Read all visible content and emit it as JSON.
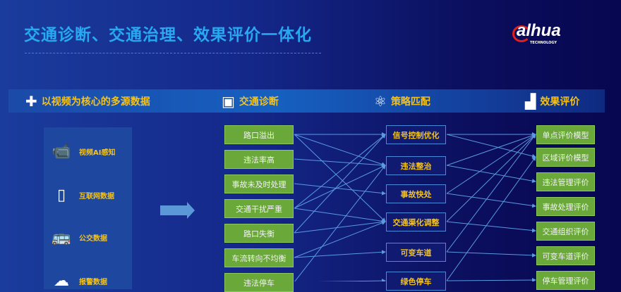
{
  "title": "交通诊断、交通治理、效果评价一体化",
  "logo": {
    "brand": "alhua",
    "sub": "TECHNOLOGY"
  },
  "header": [
    {
      "label": "以视频为核心的多源数据",
      "icon": "crossroad-icon"
    },
    {
      "label": "交通诊断",
      "icon": "monitor-icon"
    },
    {
      "label": "策略匹配",
      "icon": "atom-icon"
    },
    {
      "label": "效果评价",
      "icon": "bar-chart-icon"
    }
  ],
  "sources": [
    {
      "label": "视频AI感知",
      "icon": "camera-icon"
    },
    {
      "label": "互联网数据",
      "icon": "phone-icon"
    },
    {
      "label": "公交数据",
      "icon": "bus-icon"
    },
    {
      "label": "报警数据",
      "icon": "cloud-icon"
    }
  ],
  "diagnosis": [
    "路口溢出",
    "违法率高",
    "事故未及时处理",
    "交通干扰严重",
    "路口失衡",
    "车流转向不均衡",
    "违法停车"
  ],
  "strategies": [
    "信号控制优化",
    "违法整治",
    "事故快处",
    "交通渠化调整",
    "可变车道",
    "绿色停车"
  ],
  "evaluation": [
    "单点评价模型",
    "区域评价模型",
    "违法管理评价",
    "事故处理评价",
    "交通组织评价",
    "可变车道评价",
    "停车管理评价"
  ],
  "links_diag_strategy": [
    [
      0,
      0
    ],
    [
      0,
      1
    ],
    [
      0,
      3
    ],
    [
      1,
      1
    ],
    [
      2,
      2
    ],
    [
      3,
      0
    ],
    [
      3,
      1
    ],
    [
      3,
      3
    ],
    [
      4,
      0
    ],
    [
      4,
      3
    ],
    [
      5,
      3
    ],
    [
      5,
      4
    ],
    [
      6,
      1
    ],
    [
      6,
      5
    ]
  ],
  "links_strategy_eval": [
    [
      0,
      0
    ],
    [
      0,
      1
    ],
    [
      1,
      0
    ],
    [
      1,
      2
    ],
    [
      2,
      0
    ],
    [
      2,
      3
    ],
    [
      3,
      0
    ],
    [
      3,
      4
    ],
    [
      4,
      0
    ],
    [
      4,
      5
    ],
    [
      5,
      1
    ],
    [
      5,
      6
    ]
  ]
}
